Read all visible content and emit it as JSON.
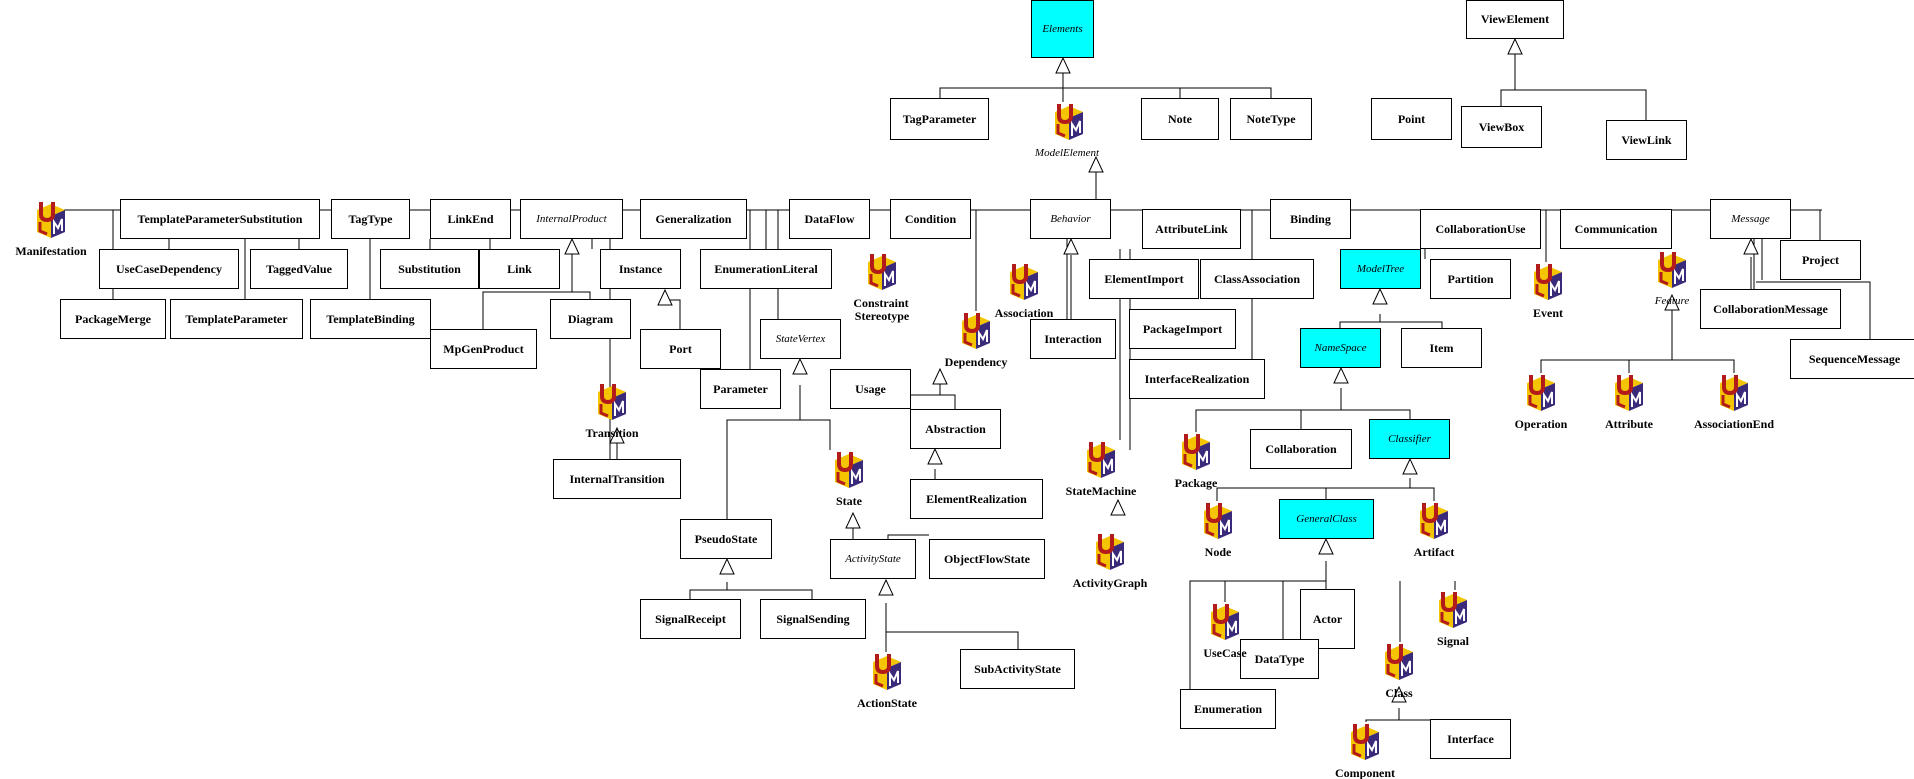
{
  "boxes": {
    "elements": "Elements",
    "view_element": "ViewElement",
    "tag_parameter": "TagParameter",
    "note": "Note",
    "note_type": "NoteType",
    "point": "Point",
    "view_box": "ViewBox",
    "view_link": "ViewLink",
    "template_parameter_substitution": "TemplateParameterSubstitution",
    "tag_type": "TagType",
    "link_end": "LinkEnd",
    "internal_product": "InternalProduct",
    "generalization": "Generalization",
    "data_flow": "DataFlow",
    "condition": "Condition",
    "behavior": "Behavior",
    "attribute_link": "AttributeLink",
    "binding": "Binding",
    "collaboration_use": "CollaborationUse",
    "communication": "Communication",
    "message": "Message",
    "project": "Project",
    "use_case_dependency": "UseCaseDependency",
    "tagged_value": "TaggedValue",
    "substitution": "Substitution",
    "link": "Link",
    "instance": "Instance",
    "enumeration_literal": "EnumerationLiteral",
    "element_import": "ElementImport",
    "class_association": "ClassAssociation",
    "model_tree": "ModelTree",
    "partition": "Partition",
    "package_merge": "PackageMerge",
    "template_parameter": "TemplateParameter",
    "template_binding": "TemplateBinding",
    "diagram": "Diagram",
    "mp_gen_product": "MpGenProduct",
    "port": "Port",
    "state_vertex": "StateVertex",
    "interaction": "Interaction",
    "package_import": "PackageImport",
    "name_space": "NameSpace",
    "item": "Item",
    "collaboration_message": "CollaborationMessage",
    "sequence_message": "SequenceMessage",
    "parameter": "Parameter",
    "usage": "Usage",
    "interface_realization": "InterfaceRealization",
    "abstraction": "Abstraction",
    "collaboration": "Collaboration",
    "classifier": "Classifier",
    "internal_transition": "InternalTransition",
    "element_realization": "ElementRealization",
    "general_class": "GeneralClass",
    "pseudo_state": "PseudoState",
    "activity_state": "ActivityState",
    "object_flow_state": "ObjectFlowState",
    "signal_receipt": "SignalReceipt",
    "signal_sending": "SignalSending",
    "actor": "Actor",
    "data_type": "DataType",
    "sub_activity_state": "SubActivityState",
    "enumeration": "Enumeration",
    "interface": "Interface"
  },
  "icons": {
    "model_element": "ModelElement",
    "manifestation": "Manifestation",
    "constraint": "Constraint",
    "stereotype": "Stereotype",
    "association": "Association",
    "dependency": "Dependency",
    "transition": "Transition",
    "state": "State",
    "event": "Event",
    "feature": "Feature",
    "state_machine": "StateMachine",
    "activity_graph": "ActivityGraph",
    "package": "Package",
    "operation": "Operation",
    "attribute": "Attribute",
    "association_end": "AssociationEnd",
    "node": "Node",
    "artifact": "Artifact",
    "use_case": "UseCase",
    "signal": "Signal",
    "class": "Class",
    "action_state": "ActionState",
    "component": "Component"
  },
  "colors": {
    "highlight": "#00ffff",
    "uml_icon_red": "#b31b1b",
    "uml_icon_yellow": "#f5c400",
    "uml_icon_purple": "#3b2a7a",
    "line": "#000000"
  }
}
